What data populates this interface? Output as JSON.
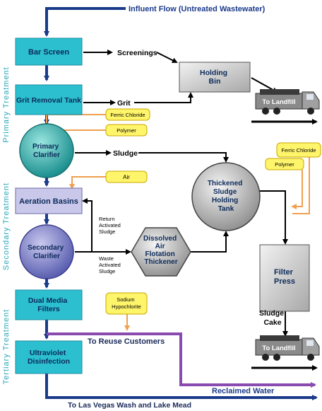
{
  "influent": "Influent Flow (Untreated Wastewater)",
  "stages": {
    "primary": "Primary Treatment",
    "secondary": "Secondary Treatment",
    "tertiary": "Tertiary Treatment"
  },
  "units": {
    "bar_screen": "Bar Screen",
    "grit_tank": "Grit Removal Tank",
    "primary_clarifier": [
      "Primary",
      "Clarifier"
    ],
    "aeration": "Aeration Basins",
    "secondary_clarifier": [
      "Secondary",
      "Clarifier"
    ],
    "dual_media": [
      "Dual Media",
      "Filters"
    ],
    "uv": [
      "Ultraviolet",
      "Disinfection"
    ],
    "holding_bin": [
      "Holding",
      "Bin"
    ],
    "thickened": [
      "Thickened",
      "Sludge",
      "Holding",
      "Tank"
    ],
    "daf": [
      "Dissolved",
      "Air",
      "Flotation",
      "Thickener"
    ],
    "filter_press": [
      "Filter",
      "Press"
    ]
  },
  "labels": {
    "screenings": "Screenings",
    "grit": "Grit",
    "sludge": "Sludge",
    "return_sludge": [
      "Return",
      "Activated",
      "Sludge"
    ],
    "waste_sludge": [
      "Waste",
      "Activated",
      "Sludge"
    ],
    "sludge_cake": [
      "Sludge",
      "Cake"
    ],
    "reuse": "To Reuse Customers",
    "reclaimed": "Reclaimed Water",
    "outfall": "To Las Vegas Wash and Lake Mead"
  },
  "chemicals": {
    "ferric_1": "Ferric Chloride",
    "polymer_1": "Polymer",
    "air": "Air",
    "ferric_2": "Ferric Chloride",
    "polymer_2": "Polymer",
    "sodium": [
      "Sodium",
      "Hypochlorite"
    ]
  },
  "trucks": {
    "truck_1": "To Landfill",
    "truck_2": "To Landfill"
  },
  "colors": {
    "flow_blue": "#1a3a8a",
    "teal_box": "#2bbfcf",
    "lavender_box": "#c9c8ea",
    "chem_yellow": "#fff56a",
    "chem_line": "#f0a050",
    "reclaimed_purple": "#8a4bb0",
    "stage_text": "#2aa7b8"
  }
}
